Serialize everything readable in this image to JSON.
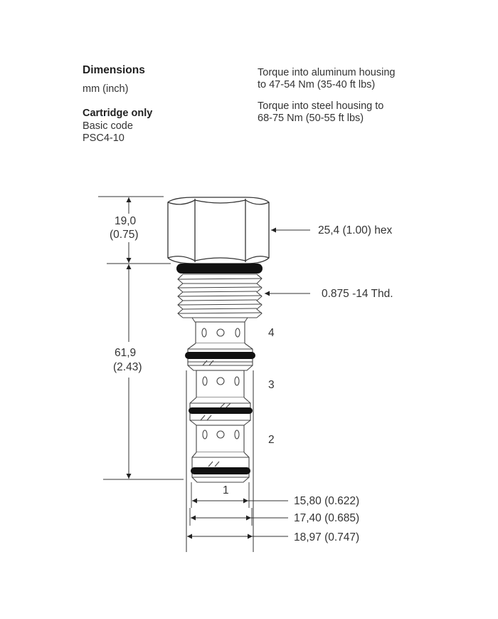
{
  "header": {
    "title": "Dimensions",
    "units": "mm (inch)",
    "subtitle": "Cartridge only",
    "basic_code_label": "Basic code",
    "basic_code": "PSC4-10"
  },
  "torque_notes": {
    "aluminum_line1": "Torque into aluminum housing",
    "aluminum_line2": "to 47-54 Nm (35-40 ft lbs)",
    "steel_line1": "Torque into steel housing to",
    "steel_line2": "68-75 Nm (50-55 ft lbs)"
  },
  "dimensions": {
    "hex_height_mm": "19,0",
    "hex_height_in": "(0.75)",
    "body_length_mm": "61,9",
    "body_length_in": "(2.43)",
    "hex_size": "25,4 (1.00) hex",
    "thread": "0.875 -14 Thd.",
    "diameter_1": "15,80 (0.622)",
    "diameter_2": "17,40 (0.685)",
    "diameter_3": "18,97 (0.747)"
  },
  "ports": {
    "port_4": "4",
    "port_3": "3",
    "port_2": "2",
    "port_1": "1"
  }
}
